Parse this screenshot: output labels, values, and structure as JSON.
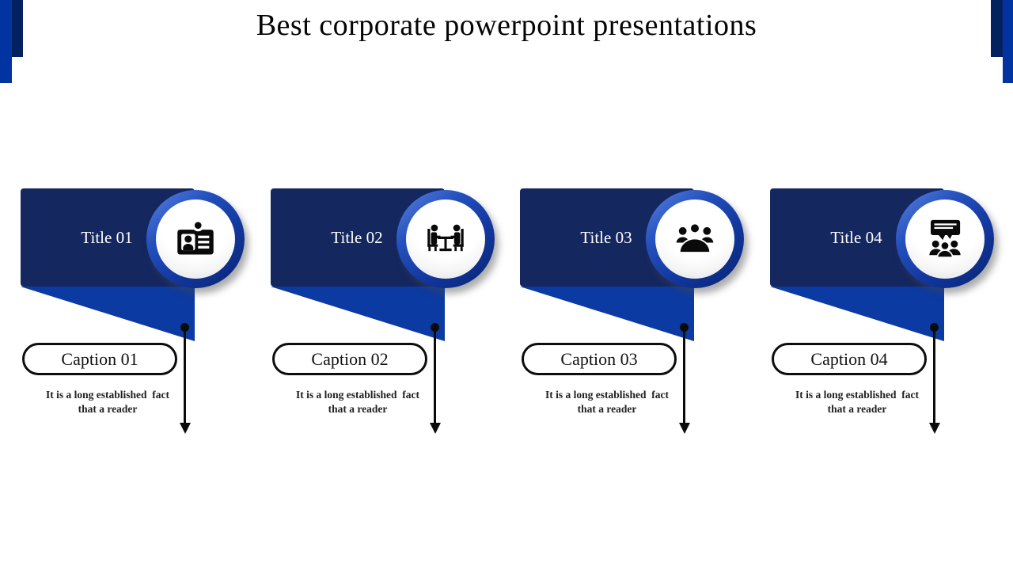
{
  "slide": {
    "title": "Best corporate powerpoint presentations",
    "background": "#ffffff"
  },
  "colors": {
    "slide_background": "#ffffff",
    "bar_outer": "#0133A1",
    "bar_inner": "#02215F",
    "band_navy": "#15275F",
    "ribbon_blue": "#0B3AA2",
    "ring_blue": "#1B44AE",
    "title_text": "#FFFFFF",
    "arrow_black": "#0B0B0B",
    "icon_black": "#0A0A0A"
  },
  "blocks": [
    {
      "title": "Title 01",
      "icon": "id-badge-icon",
      "caption": "Caption 01",
      "body": "It is a long established  fact\nthat a reader"
    },
    {
      "title": "Title 02",
      "icon": "interview-table-icon",
      "caption": "Caption 02",
      "body": "It is a long established  fact\nthat a reader"
    },
    {
      "title": "Title 03",
      "icon": "team-group-icon",
      "caption": "Caption 03",
      "body": "It is a long established  fact\nthat a reader"
    },
    {
      "title": "Title 04",
      "icon": "presentation-audience-icon",
      "caption": "Caption 04",
      "body": "It is a long established  fact\nthat a reader"
    }
  ]
}
